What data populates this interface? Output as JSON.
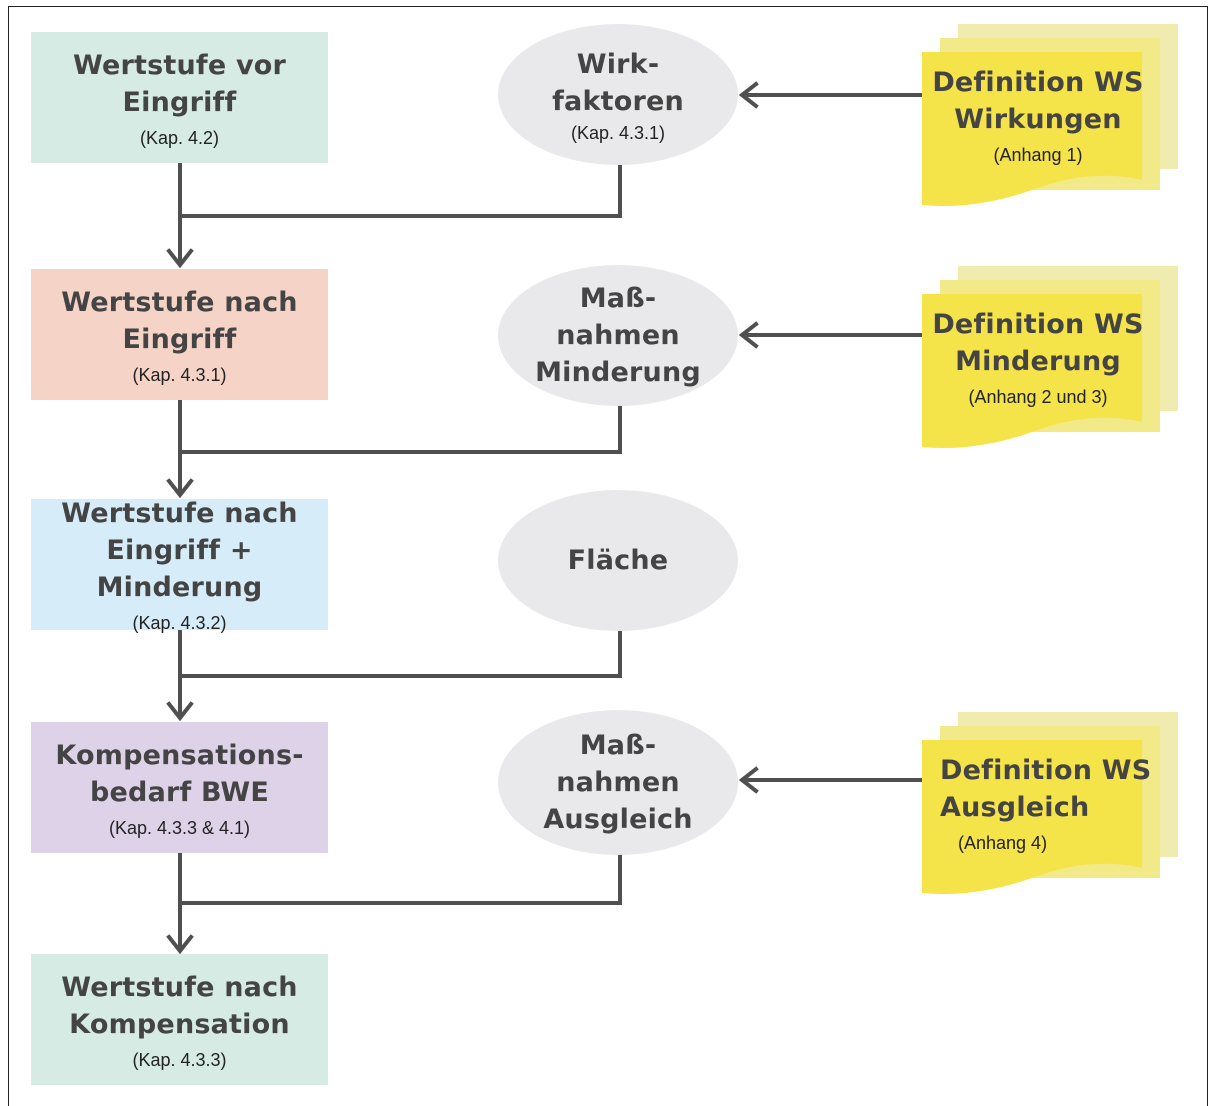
{
  "steps": [
    {
      "title": "Wertstufe vor\nEingriff",
      "ref": "(Kap. 4.2)",
      "color": "#d5ebe4"
    },
    {
      "title": "Wertstufe nach\nEingriff",
      "ref": "(Kap. 4.3.1)",
      "color": "#f5d4c7"
    },
    {
      "title": "Wertstufe nach\nEingriff + Minderung",
      "ref": "(Kap. 4.3.2)",
      "color": "#d6ecf9"
    },
    {
      "title": "Kompensations-\nbedarf BWE",
      "ref": "(Kap. 4.3.3 & 4.1)",
      "color": "#ddd2e8"
    },
    {
      "title": "Wertstufe nach\nKompensation",
      "ref": "(Kap. 4.3.3)",
      "color": "#d5ebe4"
    }
  ],
  "factors": [
    {
      "title": "Wirk-\nfaktoren",
      "ref": "(Kap. 4.3.1)"
    },
    {
      "title": "Maß-\nnahmen\nMinderung",
      "ref": ""
    },
    {
      "title": "Fläche",
      "ref": ""
    },
    {
      "title": "Maß-\nnahmen\nAusgleich",
      "ref": ""
    }
  ],
  "definitions": [
    {
      "title": "Definition WS\nWirkungen",
      "ref": "(Anhang 1)"
    },
    {
      "title": "Definition WS\nMinderung",
      "ref": "(Anhang 2 und 3)"
    },
    {
      "title": "Definition WS\nAusgleich",
      "ref": "(Anhang 4)"
    }
  ],
  "colors": {
    "connector": "#505050",
    "ellipse": "#e9e9eb",
    "note_front": "#f5e34a",
    "note_middle": "#f2ea88",
    "note_back": "#f0ebae"
  }
}
